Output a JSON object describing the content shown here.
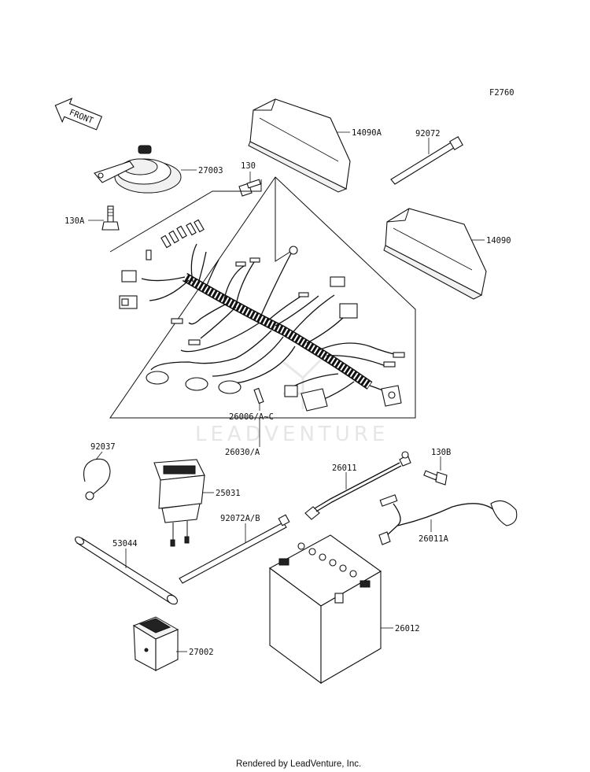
{
  "diagram": {
    "code": "F2760",
    "watermark": "LEADVENTURE",
    "footer": "Rendered by LeadVenture, Inc.",
    "front_label": "FRONT",
    "parts": {
      "p14090A": "14090A",
      "p92072": "92072",
      "p27003": "27003",
      "p130": "130",
      "p130A": "130A",
      "p14090": "14090",
      "p26006": "26006/A~C",
      "p26030": "26030/A",
      "p92037": "92037",
      "p25031": "25031",
      "p26011": "26011",
      "p130B": "130B",
      "p92072AB": "92072A/B",
      "p53044": "53044",
      "p26011A": "26011A",
      "p26012": "26012",
      "p27002": "27002"
    }
  }
}
